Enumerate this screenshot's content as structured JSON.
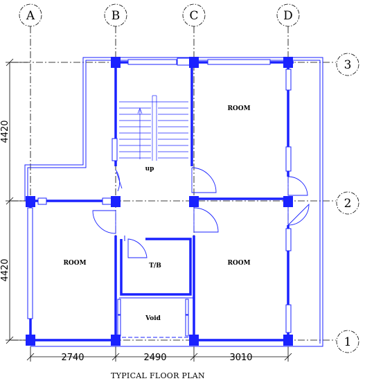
{
  "grid": {
    "columns": [
      "A",
      "B",
      "C",
      "D"
    ],
    "rows": [
      "3",
      "2",
      "1"
    ]
  },
  "dimensions": {
    "horizontal": [
      "2740",
      "2490",
      "3010"
    ],
    "vertical": [
      "4420",
      "4420"
    ]
  },
  "rooms": {
    "room_top_right": "ROOM",
    "room_bottom_left": "ROOM",
    "room_bottom_right": "ROOM",
    "tb": "T/B",
    "void": "Void",
    "stair_label": "up"
  },
  "title": "TYPICAL FLOOR PLAN",
  "colors": {
    "walls": "#1a22ff",
    "annotation": "#000000"
  }
}
